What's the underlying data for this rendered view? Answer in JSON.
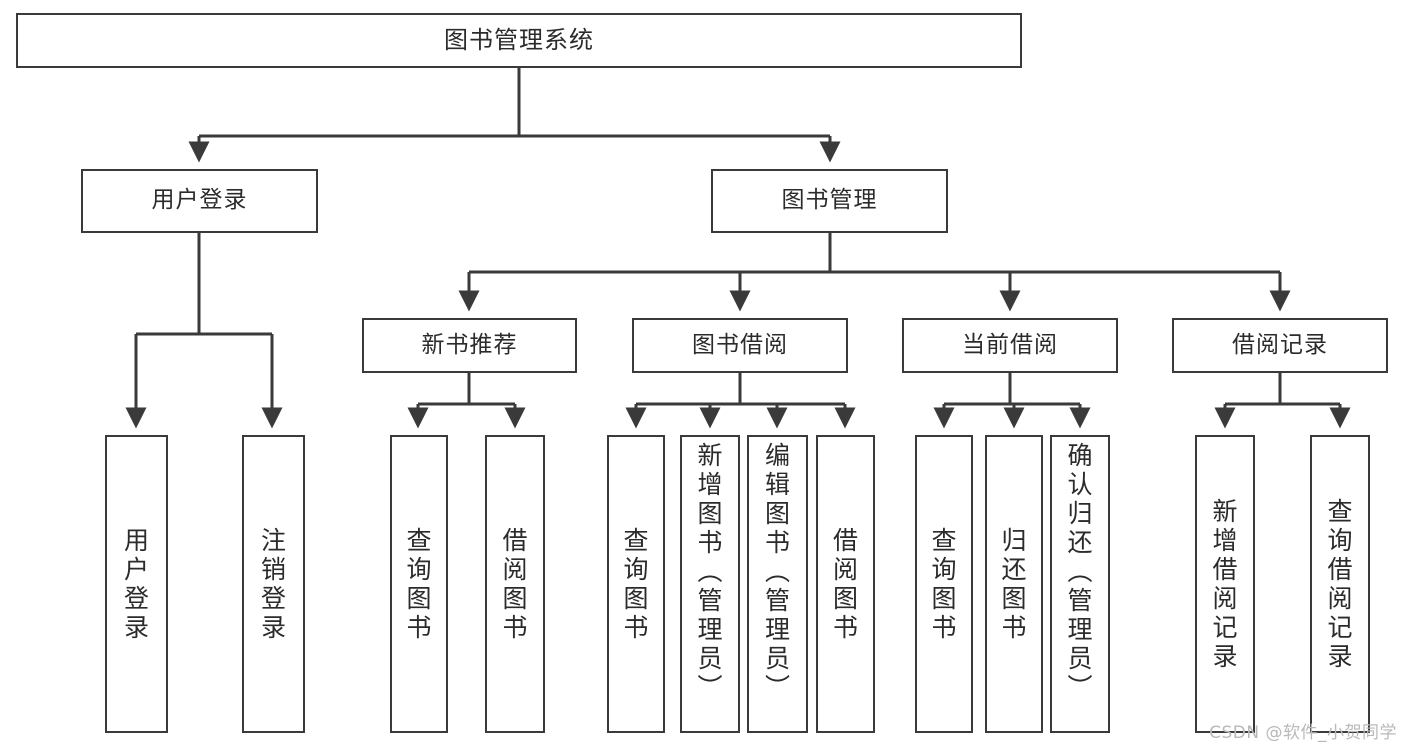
{
  "diagram": {
    "type": "tree",
    "title": "图书管理系统",
    "root": {
      "label": "图书管理系统"
    },
    "level2": [
      {
        "label": "用户登录"
      },
      {
        "label": "图书管理"
      }
    ],
    "level3": [
      {
        "label": "新书推荐"
      },
      {
        "label": "图书借阅"
      },
      {
        "label": "当前借阅"
      },
      {
        "label": "借阅记录"
      }
    ],
    "leaves": {
      "user_login": [
        {
          "label": "用户登录"
        },
        {
          "label": "注销登录"
        }
      ],
      "new_book": [
        {
          "label": "查询图书"
        },
        {
          "label": "借阅图书"
        }
      ],
      "book_borrow": [
        {
          "label": "查询图书"
        },
        {
          "label": "新增图书（管理员）"
        },
        {
          "label": "编辑图书（管理员）"
        },
        {
          "label": "借阅图书"
        }
      ],
      "current_borrow": [
        {
          "label": "查询图书"
        },
        {
          "label": "归还图书"
        },
        {
          "label": "确认归还（管理员）"
        }
      ],
      "borrow_record": [
        {
          "label": "新增借阅记录"
        },
        {
          "label": "查询借阅记录"
        }
      ]
    }
  },
  "watermark": {
    "text": "CSDN @软件_小贺同学"
  },
  "colors": {
    "stroke": "#3a3a3a",
    "background": "#ffffff",
    "text": "#2b2b2b",
    "watermark": "#b9b9b9"
  }
}
